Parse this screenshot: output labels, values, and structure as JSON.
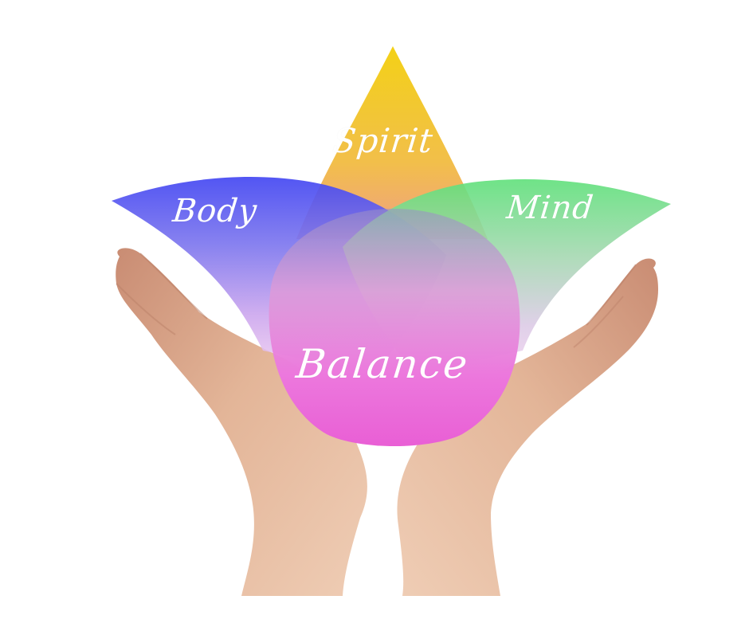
{
  "diagram": {
    "type": "lotus-balance-concept",
    "description": "Two open cupped hands holding a lotus-shaped diagram of overlapping translucent petals",
    "petals": [
      {
        "id": "spirit",
        "label": "Spirit",
        "color_top": "#f2cc1a",
        "color_bottom": "#f0a67a",
        "position": "top"
      },
      {
        "id": "body",
        "label": "Body",
        "color_top": "#4a4cf0",
        "color_bottom": "#e6b8ee",
        "position": "left"
      },
      {
        "id": "mind",
        "label": "Mind",
        "color_top": "#5fe07a",
        "color_bottom": "#e8c8ec",
        "position": "right"
      }
    ],
    "center": {
      "id": "balance",
      "label": "Balance",
      "color_top": "#e09ad8",
      "color_bottom": "#ea5fd6"
    },
    "hands": {
      "count": 2,
      "pose": "cupped-open-palms-upward",
      "skin_tone": "#e3b396"
    },
    "background": "#ffffff"
  }
}
